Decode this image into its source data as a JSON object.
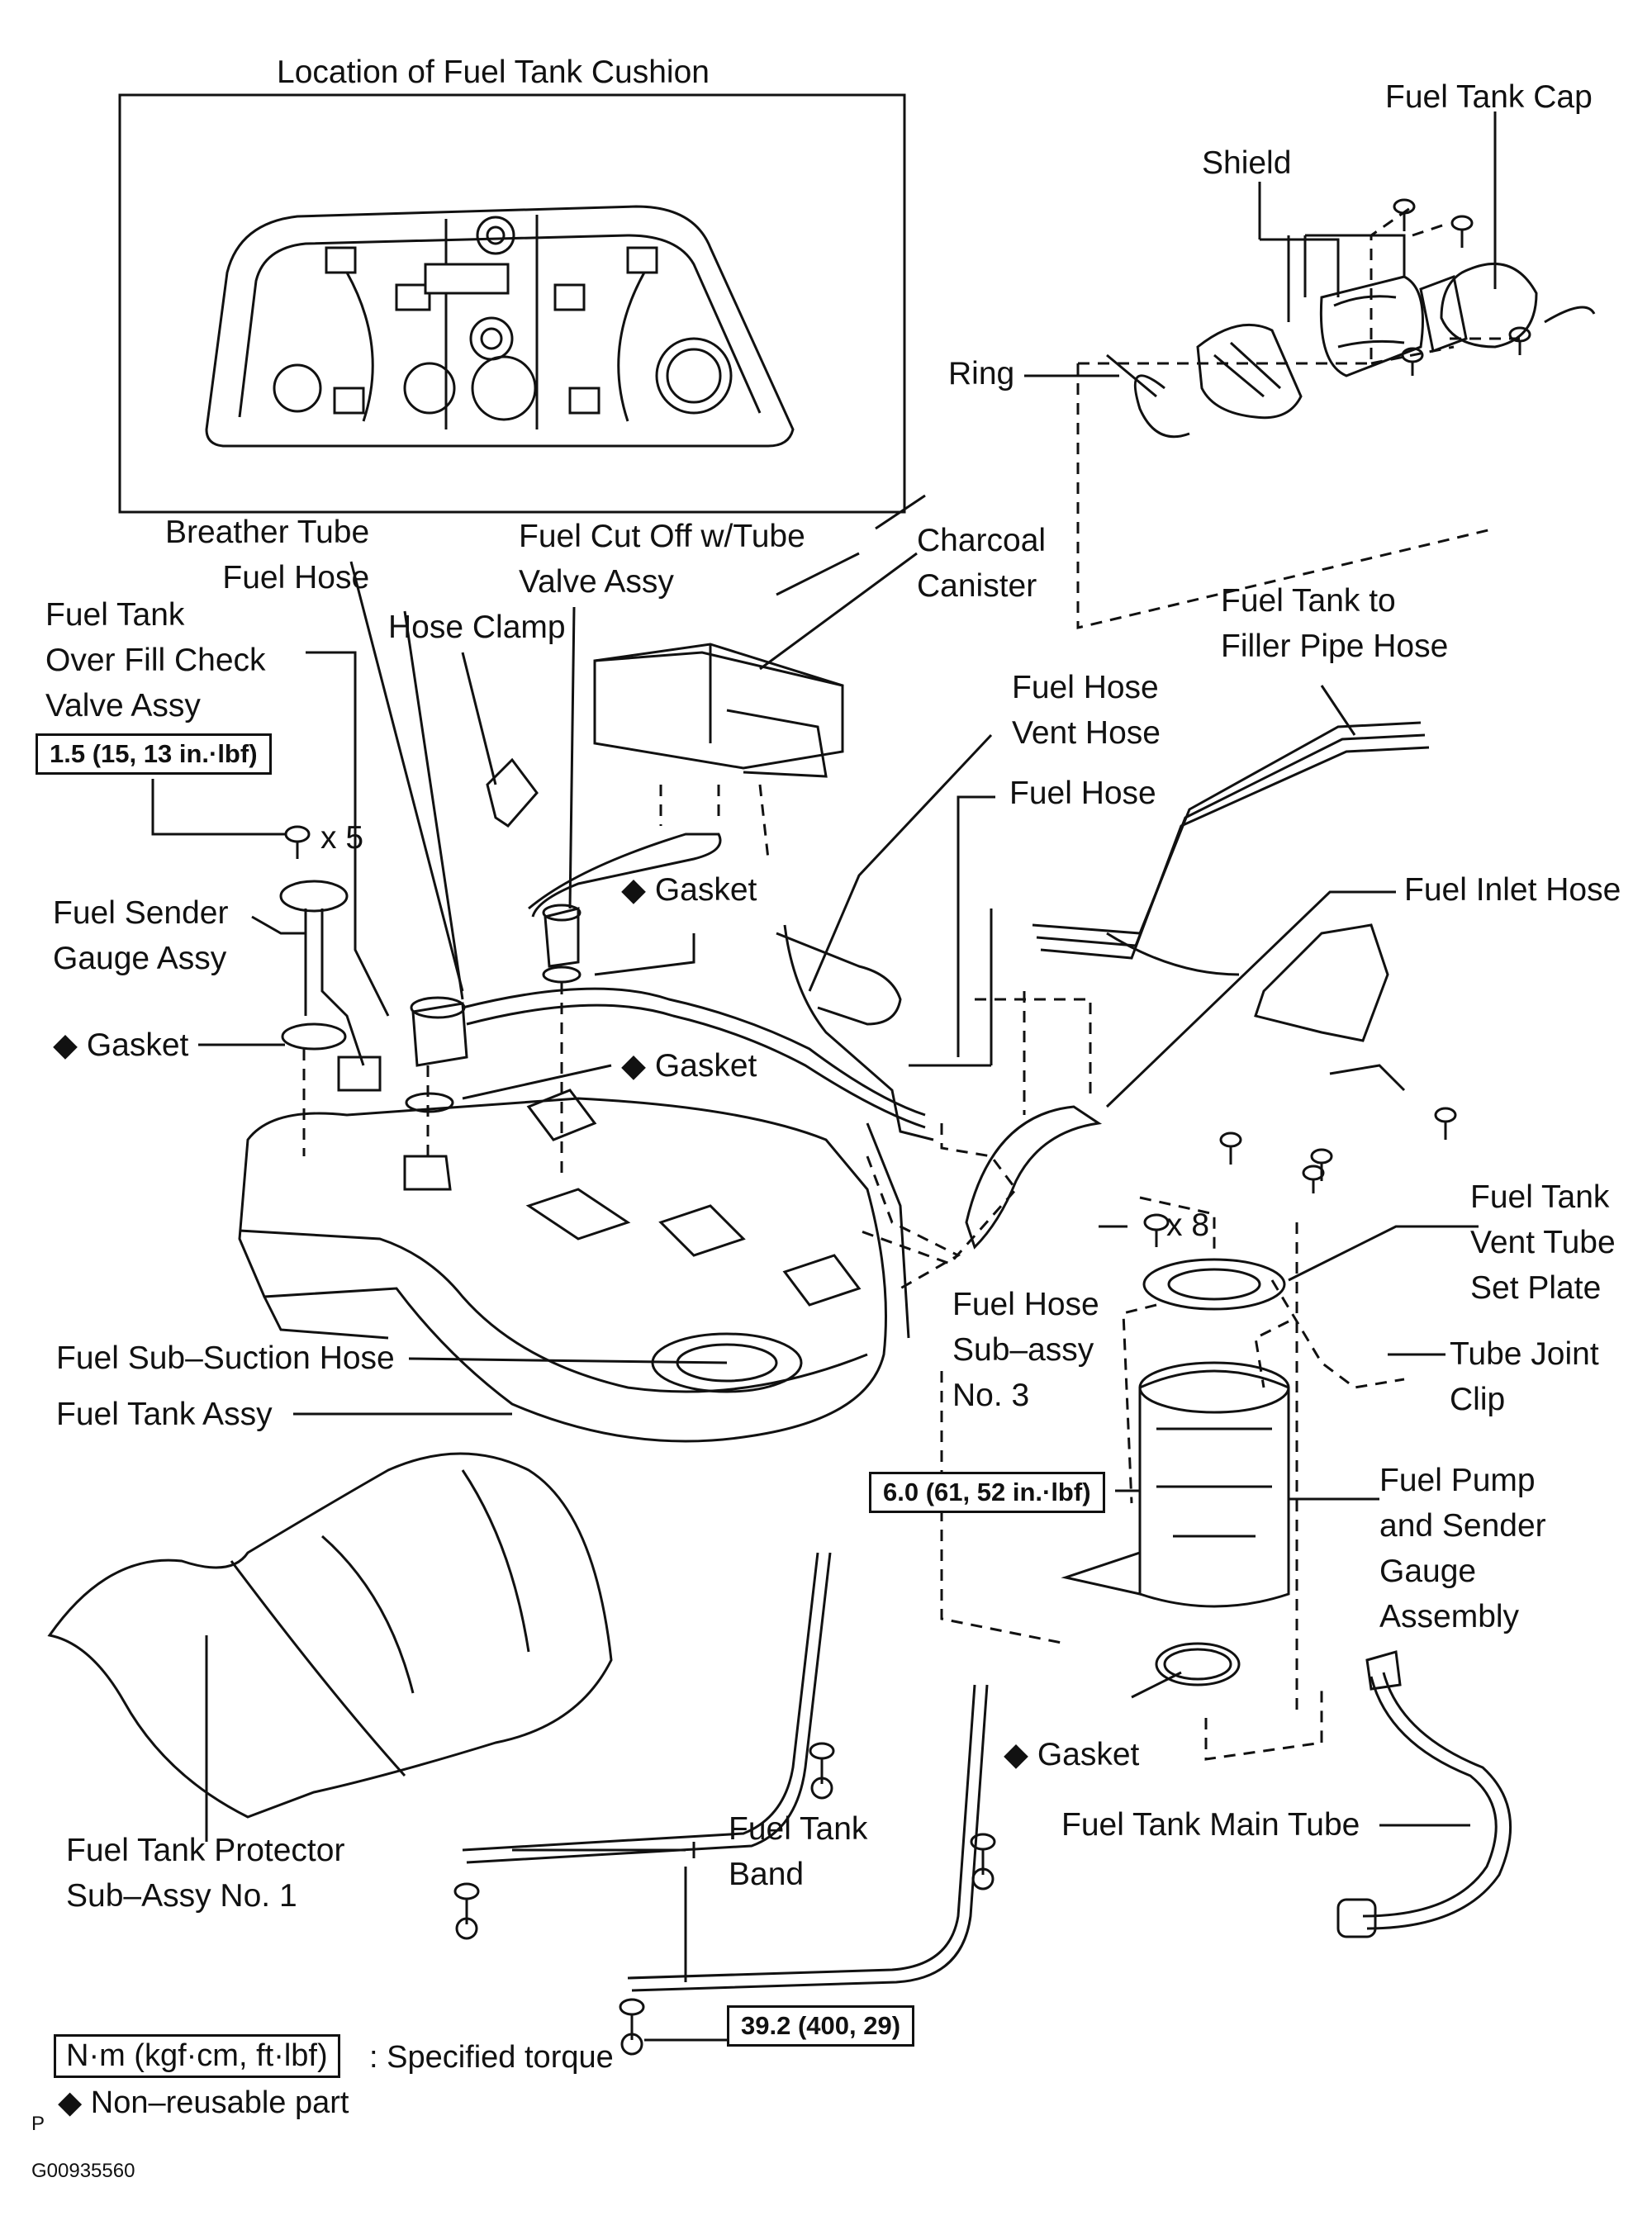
{
  "inset": {
    "title": "Location of Fuel Tank Cushion"
  },
  "labels": {
    "fuel_tank_cap": "Fuel Tank Cap",
    "shield": "Shield",
    "ring": "Ring",
    "breather_tube_1": "Breather Tube",
    "breather_tube_2": "Fuel Hose",
    "fuel_cut_off_1": "Fuel Cut Off w/Tube",
    "fuel_cut_off_2": "Valve Assy",
    "charcoal_1": "Charcoal",
    "charcoal_2": "Canister",
    "hose_clamp": "Hose Clamp",
    "overfill_1": "Fuel Tank",
    "overfill_2": "Over Fill Check",
    "overfill_3": "Valve Assy",
    "filler_hose_1": "Fuel Tank to",
    "filler_hose_2": "Filler Pipe Hose",
    "fuel_hose_vent_1": "Fuel Hose",
    "fuel_hose_vent_2": "Vent Hose",
    "fuel_hose": "Fuel Hose",
    "x5": "x 5",
    "gasket": "Gasket",
    "fuel_inlet_hose": "Fuel Inlet Hose",
    "sender_1": "Fuel Sender",
    "sender_2": "Gauge Assy",
    "vent_plate_1": "Fuel Tank",
    "vent_plate_2": "Vent Tube",
    "vent_plate_3": "Set Plate",
    "x8": "x 8",
    "tube_joint_1": "Tube Joint",
    "tube_joint_2": "Clip",
    "hose_no3_1": "Fuel Hose",
    "hose_no3_2": "Sub–assy",
    "hose_no3_3": "No. 3",
    "sub_suction": "Fuel Sub–Suction Hose",
    "tank_assy": "Fuel Tank Assy",
    "pump_1": "Fuel Pump",
    "pump_2": "and Sender",
    "pump_3": "Gauge",
    "pump_4": "Assembly",
    "band_1": "Fuel Tank",
    "band_2": "Band",
    "protector_1": "Fuel Tank Protector",
    "protector_2": "Sub–Assy No. 1",
    "main_tube": "Fuel Tank Main Tube"
  },
  "torques": {
    "overfill": "1.5 (15, 13 in.·lbf)",
    "pump": "6.0 (61, 52 in.·lbf)",
    "band": "39.2 (400, 29)"
  },
  "legend": {
    "unit_box": "N·m (kgf·cm, ft·lbf)",
    "unit_text": ": Specified torque",
    "non_reusable": "Non–reusable part",
    "diamond_symbol": "◆",
    "p_mark": "P",
    "figure_id": "G00935560"
  }
}
